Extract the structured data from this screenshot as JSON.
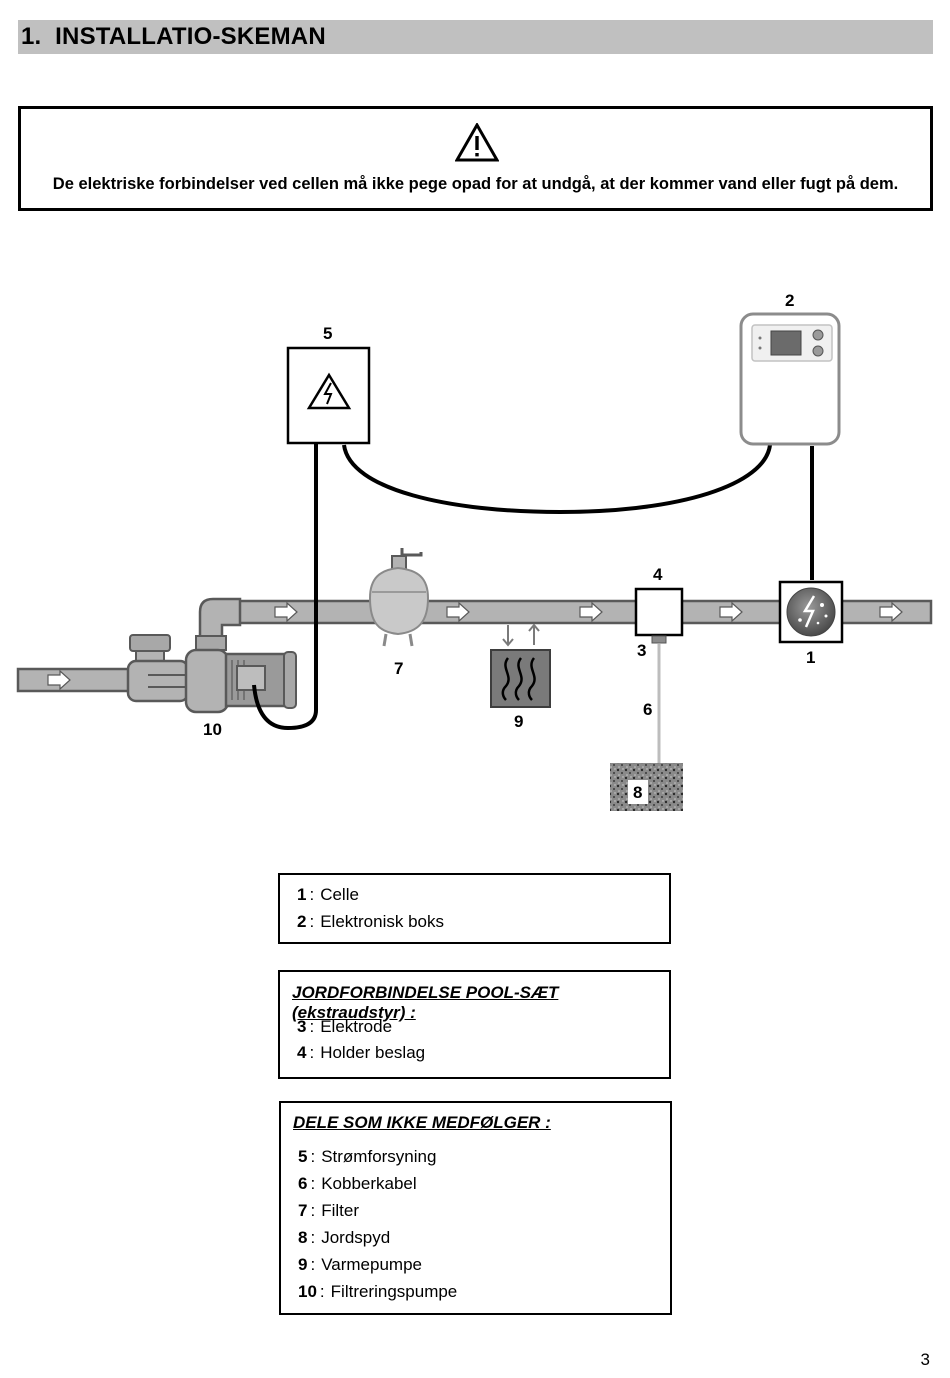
{
  "section": {
    "number": "1.",
    "title": "INSTALLATIO-SKEMAN"
  },
  "warning": {
    "icon": "warning-triangle-icon",
    "text": "De elektriske forbindelser ved cellen må ikke pege opad for at undgå, at der kommer vand eller fugt på dem."
  },
  "diagram": {
    "labels": {
      "cell": "1",
      "electronic_box": "2",
      "electrode": "3",
      "holder": "4",
      "power_supply": "5",
      "copper_cable": "6",
      "filter": "7",
      "ground_rod": "8",
      "heat_pump": "9",
      "filtration_pump": "10"
    },
    "colors": {
      "pipe": "#b3b3b3",
      "pipe_outline": "#595959",
      "heat_pump": "#7a7a7a",
      "cell": "#6b6b6b"
    }
  },
  "legend": {
    "box1": {
      "items": [
        {
          "num": "1",
          "text": "Celle"
        },
        {
          "num": "2",
          "text": "Elektronisk boks"
        }
      ]
    },
    "box2": {
      "heading": "JORDFORBINDELSE POOL-SÆT (ekstraudstyr) :",
      "items": [
        {
          "num": "3",
          "text": "Elektrode"
        },
        {
          "num": "4",
          "text": "Holder beslag"
        }
      ]
    },
    "box3": {
      "heading": "DELE SOM IKKE MEDFØLGER :",
      "items": [
        {
          "num": "5",
          "text": "Strømforsyning"
        },
        {
          "num": "6",
          "text": "Kobberkabel"
        },
        {
          "num": "7",
          "text": "Filter"
        },
        {
          "num": "8",
          "text": "Jordspyd"
        },
        {
          "num": "9",
          "text": "Varmepumpe"
        },
        {
          "num": "10",
          "text": "Filtreringspumpe"
        }
      ]
    }
  },
  "page_number": "3"
}
